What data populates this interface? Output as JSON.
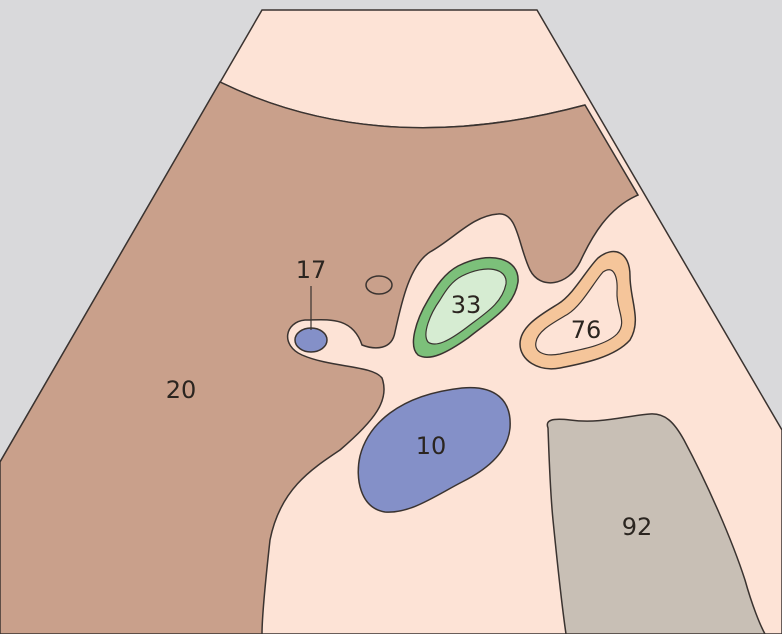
{
  "labels": {
    "l17": "17",
    "l20": "20",
    "l33": "33",
    "l76": "76",
    "l10": "10",
    "l92": "92"
  },
  "colors": {
    "background": "#d9d9db",
    "fan": "#fde3d6",
    "liver": "#c9a08b",
    "green_ring": "#7cc07a",
    "green_fill": "#d6ecd2",
    "orange_ring": "#f5c59a",
    "blue": "#8490c8",
    "gray": "#c8bfb5",
    "outline": "#3a3330"
  }
}
